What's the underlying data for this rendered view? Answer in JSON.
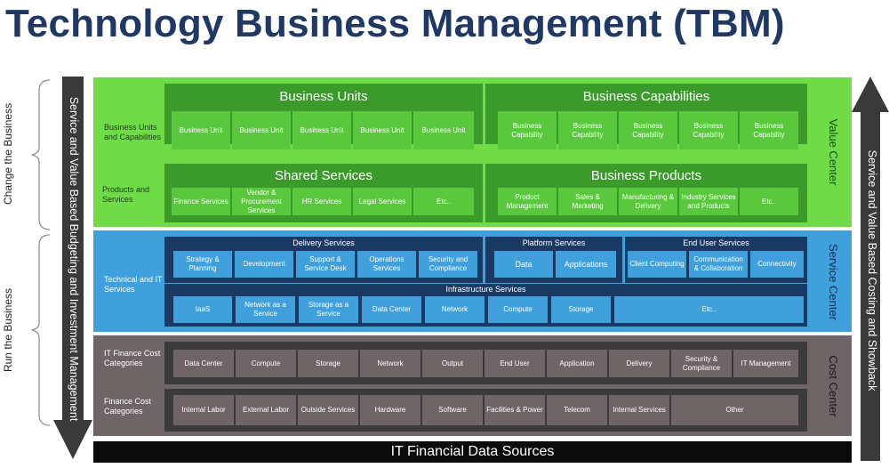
{
  "title": "Technology Business Management (TBM)",
  "left_braces": {
    "change": "Change the Business",
    "run": "Run the Business"
  },
  "left_arrow": "Service and Value Based Budgeting and Investment Management",
  "right_arrow": "Service and Value Based Costing and Showback",
  "value_center": {
    "side_label": "Value Center",
    "row1": {
      "label": "Business Units and Capabilities",
      "groups": [
        {
          "title": "Business Units",
          "cells": [
            "Business Unit",
            "Business Unit",
            "Business Unit",
            "Business Unit",
            "Business Unit"
          ]
        },
        {
          "title": "Business Capabilities",
          "cells": [
            "Business Capability",
            "Business Capability",
            "Business Capability",
            "Business Capability",
            "Business Capability"
          ]
        }
      ]
    },
    "row2": {
      "label": "Products and Services",
      "groups": [
        {
          "title": "Shared Services",
          "cells": [
            "Finance Services",
            "Vendor & Procurement Services",
            "HR Services",
            "Legal Services",
            "Etc.."
          ]
        },
        {
          "title": "Business Products",
          "cells": [
            "Product Management",
            "Sales & Marketing",
            "Manufacturing & Delivery",
            "Industry Services and Products",
            "Etc.."
          ]
        }
      ]
    }
  },
  "service_center": {
    "side_label": "Service Center",
    "label": "Technical and IT Services",
    "delivery": {
      "title": "Delivery Services",
      "cells": [
        "Strategy & Planning",
        "Development",
        "Support & Service Desk",
        "Operations Services",
        "Security and Compliance"
      ]
    },
    "platform": {
      "title": "Platform Services",
      "cells": [
        "Data",
        "Applications"
      ]
    },
    "enduser": {
      "title": "End User Services",
      "cells": [
        "Client Computing",
        "Communication & Collaboration",
        "Connectivity"
      ]
    },
    "infra": {
      "title": "Infrastructure Services",
      "cells": [
        "IaaS",
        "Network as a Service",
        "Storage as a Service",
        "Data Center",
        "Network",
        "Compute",
        "Storage",
        "Etc.."
      ]
    }
  },
  "cost_center": {
    "side_label": "Cost Center",
    "row1": {
      "label": "IT Finance Cost Categories",
      "cells": [
        "Data Center",
        "Compute",
        "Storage",
        "Network",
        "Output",
        "End User",
        "Application",
        "Delivery",
        "Security & Compliance",
        "IT Management"
      ]
    },
    "row2": {
      "label": "Finance Cost Categories",
      "cells": [
        "Internal Labor",
        "External Labor",
        "Outside Services",
        "Hardware",
        "Software",
        "Facilities & Power",
        "Telecom",
        "Internal Services",
        "Other"
      ]
    }
  },
  "footer": "IT Financial Data Sources",
  "colors": {
    "title": "#1f3864",
    "green_outer": "#6fdc47",
    "green_group": "#3a9b2b",
    "green_cell": "#59c83d",
    "blue_outer": "#3fa0dc",
    "blue_group": "#1b3a63",
    "gray_outer": "#6e6566",
    "gray_group": "#3b3b3b"
  }
}
